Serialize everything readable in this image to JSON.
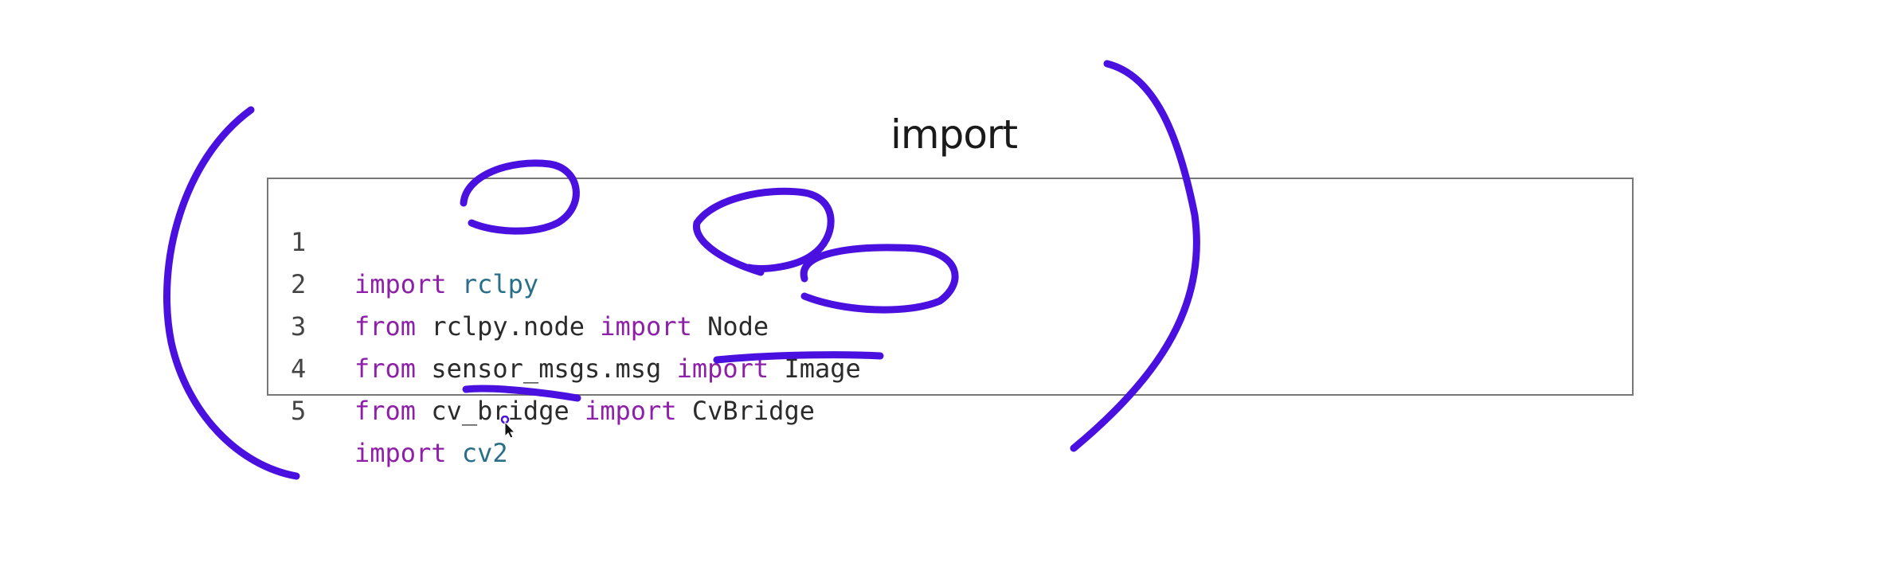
{
  "slide": {
    "title": "import"
  },
  "code": {
    "lines": [
      {
        "num": "1",
        "tokens": [
          {
            "text": "import",
            "kind": "kw"
          },
          {
            "text": " ",
            "kind": "plain"
          },
          {
            "text": "rclpy",
            "kind": "mod"
          }
        ]
      },
      {
        "num": "2",
        "tokens": [
          {
            "text": "from",
            "kind": "kw"
          },
          {
            "text": " rclpy.node ",
            "kind": "plain"
          },
          {
            "text": "import",
            "kind": "kw"
          },
          {
            "text": " Node",
            "kind": "plain"
          }
        ]
      },
      {
        "num": "3",
        "tokens": [
          {
            "text": "from",
            "kind": "kw"
          },
          {
            "text": " sensor_msgs.msg ",
            "kind": "plain"
          },
          {
            "text": "import",
            "kind": "kw"
          },
          {
            "text": " Image",
            "kind": "plain"
          }
        ]
      },
      {
        "num": "4",
        "tokens": [
          {
            "text": "from",
            "kind": "kw"
          },
          {
            "text": " cv_bridge ",
            "kind": "plain"
          },
          {
            "text": "import",
            "kind": "kw"
          },
          {
            "text": " CvBridge",
            "kind": "plain"
          }
        ]
      },
      {
        "num": "5",
        "tokens": [
          {
            "text": "import",
            "kind": "kw"
          },
          {
            "text": " ",
            "kind": "plain"
          },
          {
            "text": "cv2",
            "kind": "mod"
          }
        ]
      }
    ]
  },
  "colors": {
    "keyword": "#8e1fa8",
    "module": "#2a6f8a",
    "text": "#2b2b2b",
    "annotation_ink": "#4a10e0"
  },
  "icons": {
    "cursor": "mouse-pointer-icon"
  }
}
